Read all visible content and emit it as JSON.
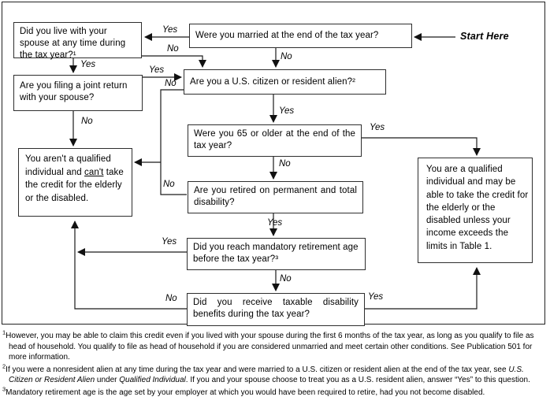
{
  "figure": {
    "start_label": "Start Here",
    "nodes": {
      "married": "Were you married at the end of the tax year?",
      "spouse": "Did you live with your spouse at any time during the tax year?¹",
      "joint": "Are you filing a joint return with your spouse?",
      "citizen": "Are you a U.S. citizen or resident alien?²",
      "age65": "Were you 65 or older at the end of the tax year?",
      "retired": "Are you retired on permanent and total disability?",
      "mandatory": "Did you reach mandatory retirement age before the tax year?³",
      "disability": "Did you receive taxable disability benefits during the tax year?",
      "not_qualified": {
        "before": "You aren't a qualified individual and ",
        "underlined": "can't",
        "after": " take the credit for the elderly or the disabled."
      },
      "qualified": "You are a qualified individual and may be able to take the credit for the elderly or the disabled unless your income exceeds the limits in Table 1."
    },
    "edge_labels": {
      "married_yes": "Yes",
      "married_no": "No",
      "spouse_yes": "Yes",
      "spouse_no": "No",
      "joint_yes": "Yes",
      "joint_no": "No",
      "citizen_yes": "Yes",
      "citizen_no": "No",
      "age65_yes": "Yes",
      "age65_no": "No",
      "retired_yes": "Yes",
      "retired_no": "No",
      "mandatory_yes": "Yes",
      "mandatory_no": "No",
      "disability_yes": "Yes",
      "disability_no": "No"
    }
  },
  "footnotes": {
    "f1": {
      "marker": "1",
      "text": "However, you may be able to claim this credit even if you lived with your spouse during the first 6 months of the tax year, as long as you qualify to file as head of household. You qualify to file as head of household if you are considered unmarried and meet certain other conditions. See Publication 501 for more information."
    },
    "f2": {
      "marker": "2",
      "p1": "If you were a nonresident alien at any time during the tax year and were married to a U.S. citizen or resident alien at the end of the tax year, see ",
      "i1": "U.S. Citizen or Resident Alien",
      "p2": " under ",
      "i2": "Qualified Individual",
      "p3": ". If you and your spouse choose to treat you as a U.S. resident alien, answer “Yes” to this question."
    },
    "f3": {
      "marker": "3",
      "text": "Mandatory retirement age is the age set by your employer at which you would have been required to retire, had you not become disabled."
    }
  }
}
